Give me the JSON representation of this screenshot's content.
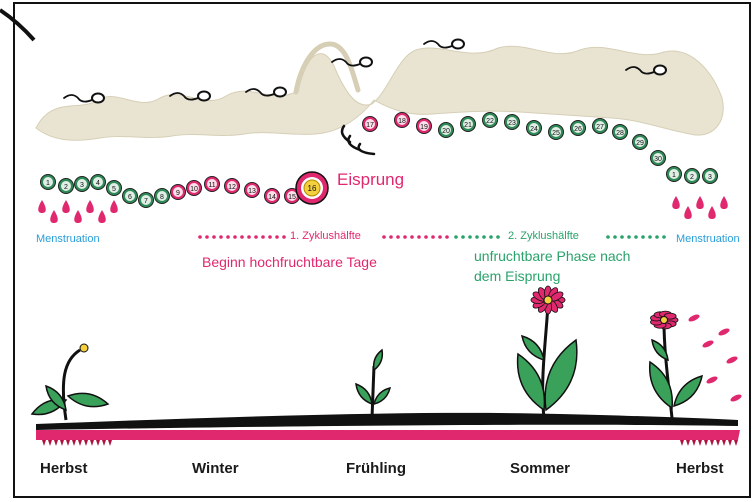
{
  "diagram": {
    "cycle_days": [
      "1",
      "2",
      "3",
      "4",
      "5",
      "6",
      "7",
      "8",
      "9",
      "10",
      "11",
      "12",
      "13",
      "14",
      "15",
      "16",
      "17",
      "18",
      "19",
      "20",
      "21",
      "22",
      "23",
      "24",
      "25",
      "26",
      "27",
      "28",
      "29",
      "30",
      "1",
      "2",
      "3"
    ],
    "ovulation_label": "Eisprung",
    "menstruation_left": "Menstruation",
    "menstruation_right": "Menstruation",
    "phase1_label": "1. Zyklushälfte",
    "phase2_label": "2. Zyklushälfte",
    "fertile_label": "Beginn hochfruchtbare Tage",
    "infertile_label_line1": "unfruchtbare Phase nach",
    "infertile_label_line2": "dem Eisprung",
    "seasons": [
      "Herbst",
      "Winter",
      "Frühling",
      "Sommer",
      "Herbst"
    ],
    "colors": {
      "green": "#2e8b57",
      "pink": "#e0286e",
      "dark_pink": "#b0123f",
      "ovum": "#e0286e",
      "ovum_center": "#f4d03f",
      "cloud": "#e9e4d2",
      "menstruation_text": "#2a9fd8",
      "phase2_text": "#2aa36b"
    }
  }
}
